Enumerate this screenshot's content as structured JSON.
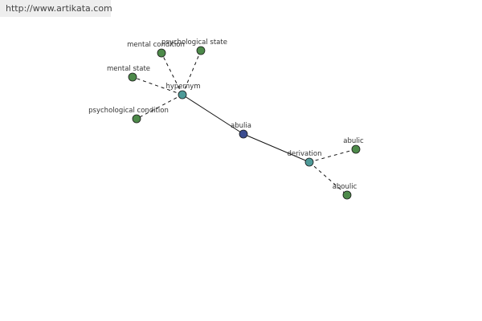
{
  "watermark": "http://www.artikata.com",
  "colors": {
    "root": "#3b4c8f",
    "relation": "#4e9a98",
    "term": "#4d8a4a",
    "edge": "#111111"
  },
  "graph": {
    "root": {
      "label": "abulia"
    },
    "relations": [
      {
        "label": "hypernym",
        "terms": [
          {
            "label": "mental condition"
          },
          {
            "label": "psychological state"
          },
          {
            "label": "mental state"
          },
          {
            "label": "psychological condition"
          }
        ]
      },
      {
        "label": "derivation",
        "terms": [
          {
            "label": "abulic"
          },
          {
            "label": "aboulic"
          }
        ]
      }
    ]
  }
}
